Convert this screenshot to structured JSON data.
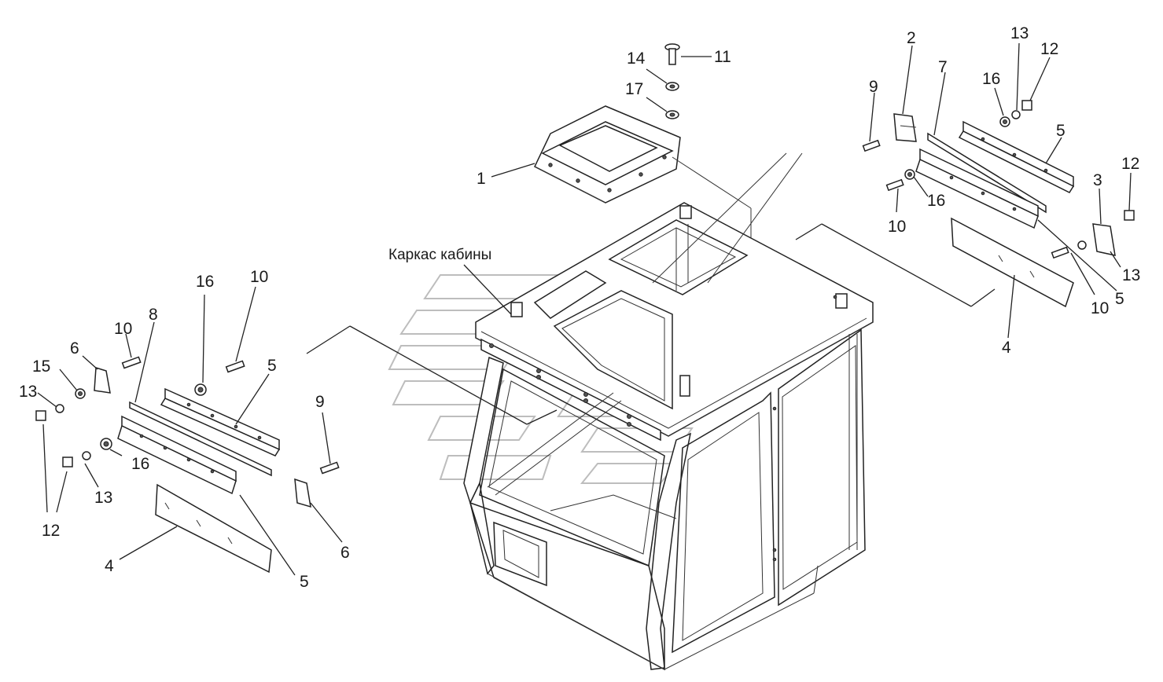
{
  "diagram": {
    "caption": "Каркас кабины",
    "callouts": {
      "c1": "1",
      "c2": "2",
      "c3": "3",
      "c4_left": "4",
      "c4_right": "4",
      "c5_lt": "5",
      "c5_lb": "5",
      "c5_rt": "5",
      "c5_rb": "5",
      "c6_t": "6",
      "c6_b": "6",
      "c7": "7",
      "c8": "8",
      "c9_l": "9",
      "c9_r": "9",
      "c10_la": "10",
      "c10_lb": "10",
      "c10_ra": "10",
      "c10_rb": "10",
      "c11": "11",
      "c12_l": "12",
      "c12_ra": "12",
      "c12_rb": "12",
      "c13_la": "13",
      "c13_lb": "13",
      "c13_ra": "13",
      "c13_rb": "13",
      "c14": "14",
      "c15": "15",
      "c16_la": "16",
      "c16_lb": "16",
      "c16_ra": "16",
      "c16_rb": "16",
      "c17": "17"
    }
  }
}
